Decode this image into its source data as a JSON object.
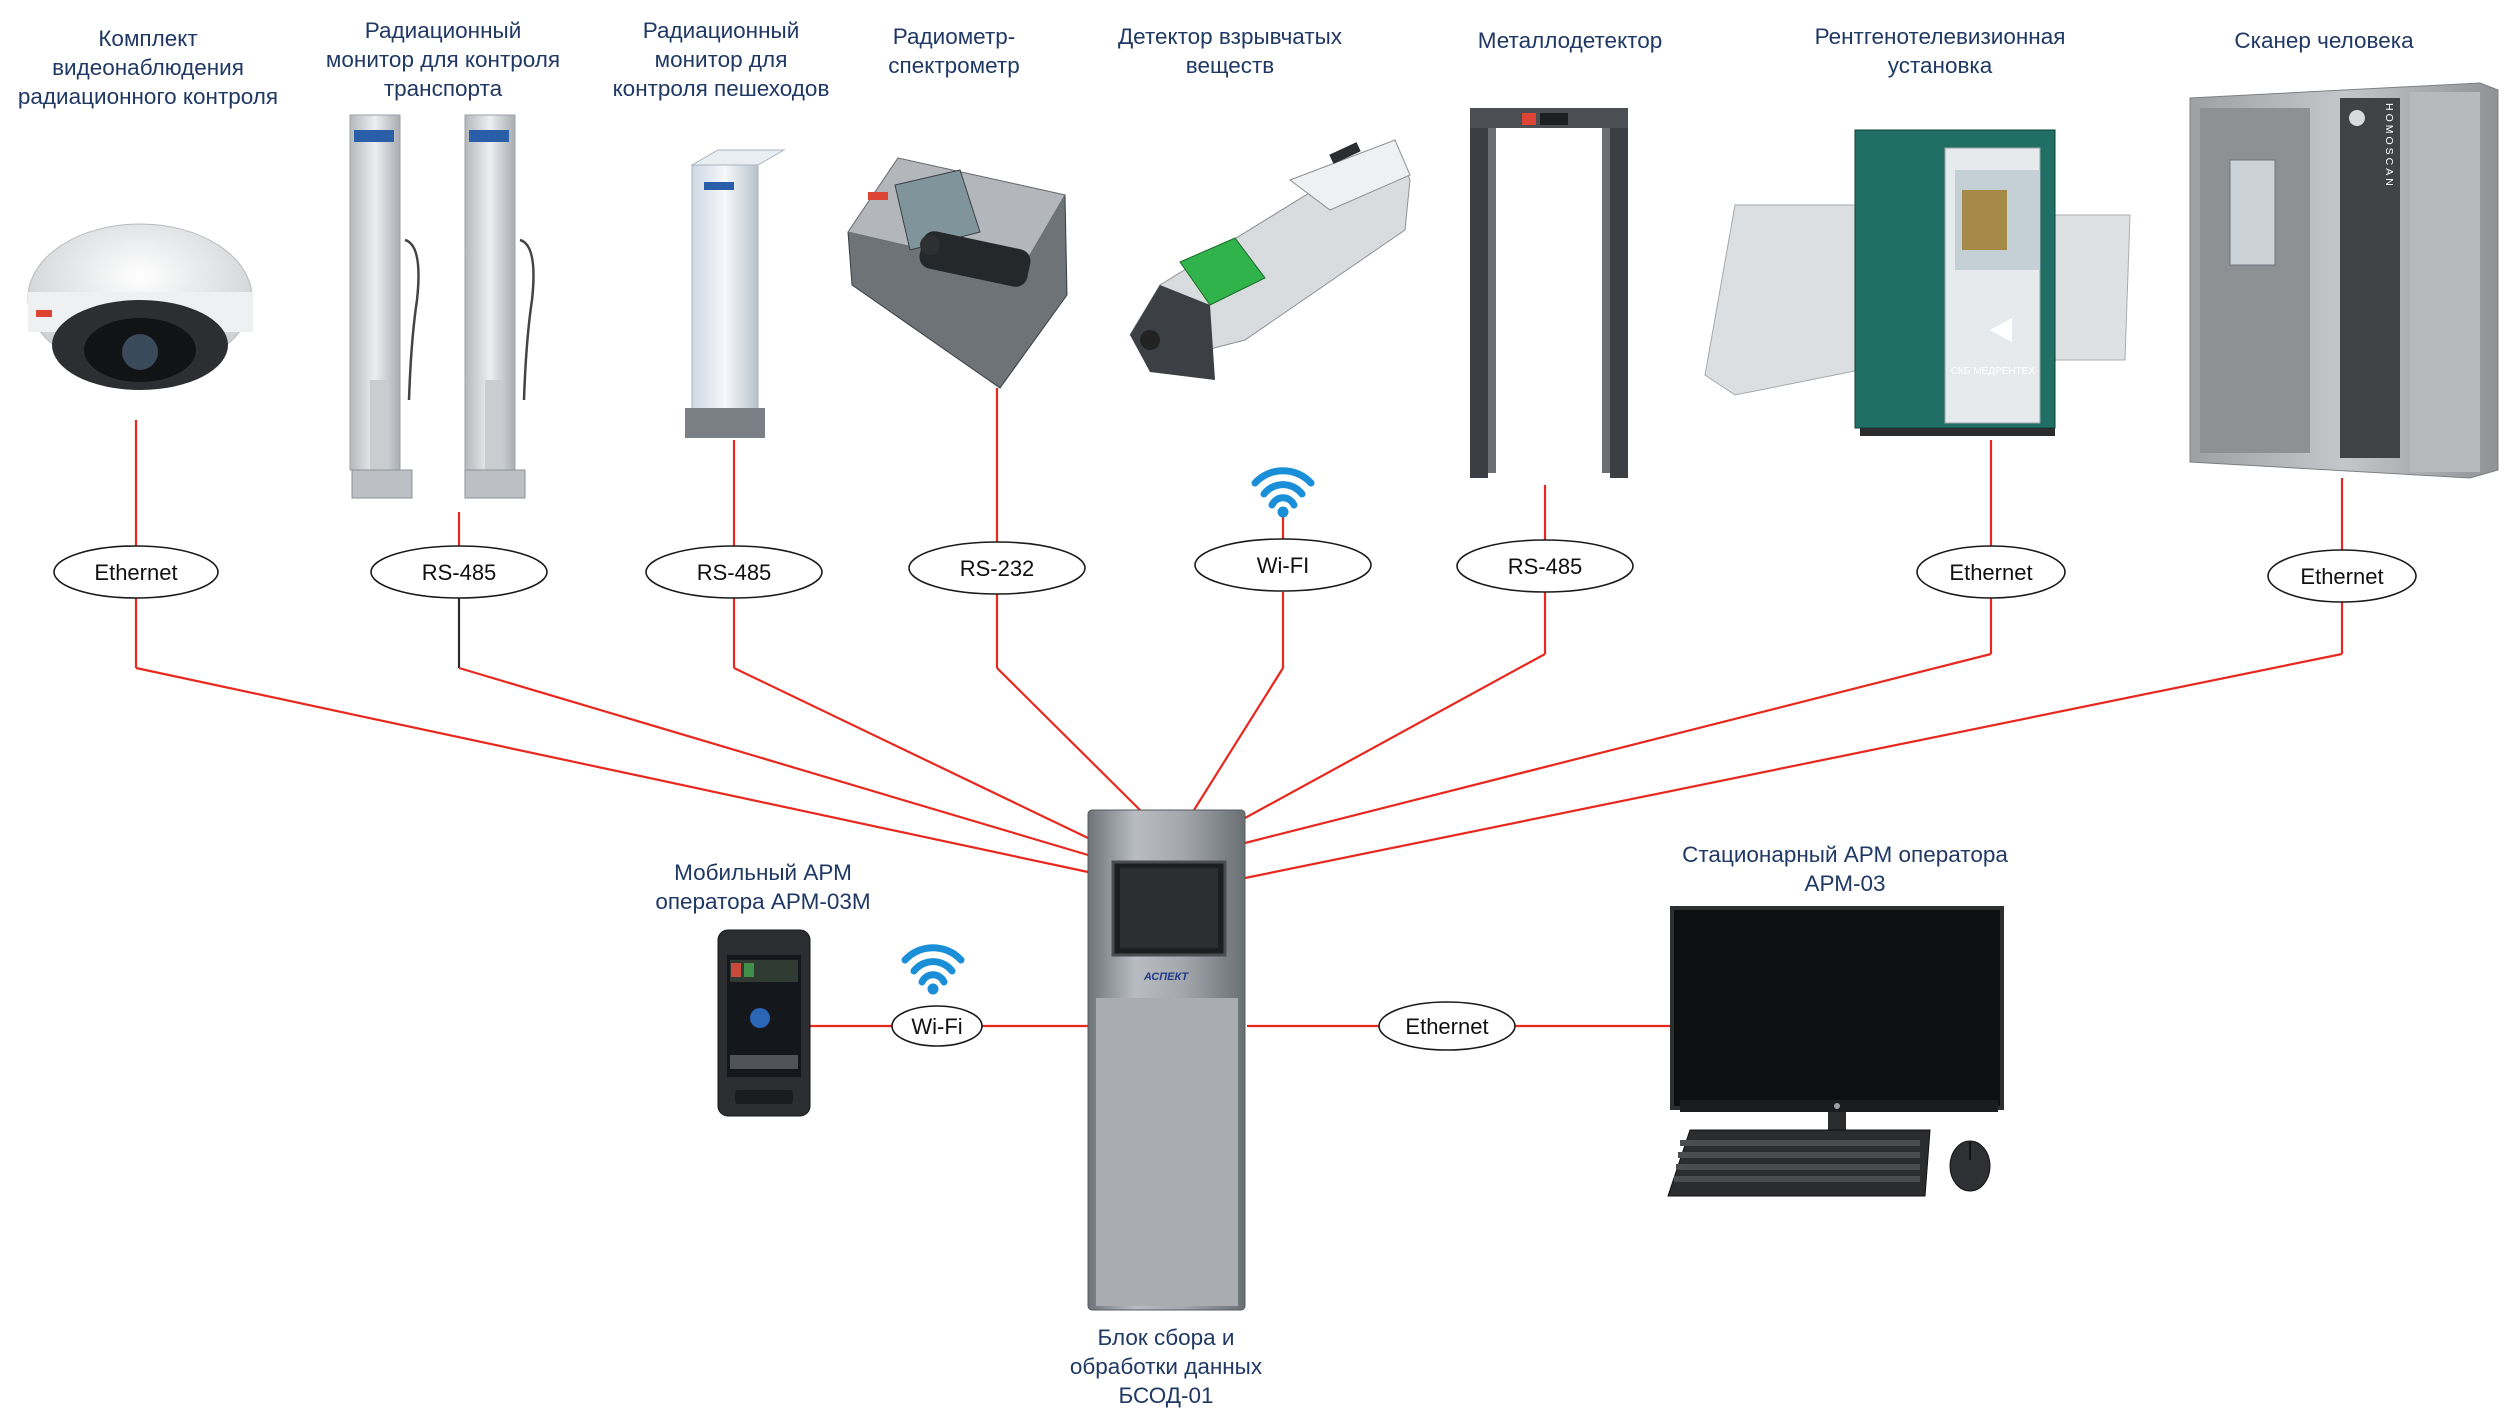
{
  "devices": [
    {
      "id": "camera",
      "label": [
        "Комплект",
        "видеонаблюдения",
        "радиационного контроля"
      ],
      "link": "Ethernet"
    },
    {
      "id": "transport-monitor",
      "label": [
        "Радиационный",
        "монитор для контроля",
        "транспорта"
      ],
      "link": "RS-485"
    },
    {
      "id": "pedestrian-monitor",
      "label": [
        "Радиационный",
        "монитор для",
        "контроля пешеходов"
      ],
      "link": "RS-485"
    },
    {
      "id": "spectrometer",
      "label": [
        "Радиометр-",
        "спектрометр"
      ],
      "link": "RS-232"
    },
    {
      "id": "explosive-detector",
      "label": [
        "Детектор взрывчатых",
        "веществ"
      ],
      "link": "Wi-FI"
    },
    {
      "id": "metal-detector",
      "label": [
        "Металлодетектор"
      ],
      "link": "RS-485"
    },
    {
      "id": "xray",
      "label": [
        "Рентгенотелевизионная",
        "установка"
      ],
      "link": "Ethernet"
    },
    {
      "id": "body-scanner",
      "label": [
        "Сканер человека"
      ],
      "link": "Ethernet"
    }
  ],
  "hub": {
    "label": [
      "Блок сбора и",
      "обработки данных",
      "БСОД-01"
    ],
    "brand": "АСПЕКТ"
  },
  "mobile": {
    "label": [
      "Мобильный АРМ",
      "оператора АРМ-03М"
    ],
    "link": "Wi-Fi"
  },
  "desktop": {
    "label": [
      "Стационарный АРМ оператора",
      "АРМ-03"
    ],
    "link": "Ethernet"
  },
  "device_texts": {
    "xray_brand": "СКБ МЕДРЕНТЕХ",
    "scanner_brand": "HOMOSCAN"
  },
  "colors": {
    "connection": "#e8281e",
    "label_text": "#1f3864",
    "wifi": "#1b8ed8"
  }
}
